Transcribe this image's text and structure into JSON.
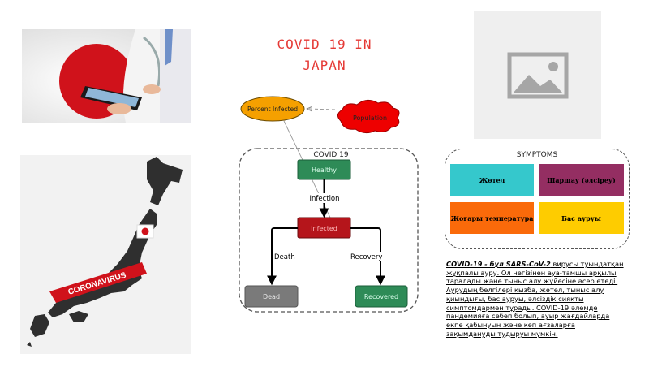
{
  "title": {
    "line1": "COVID 19 IN",
    "line2": "JAPAN"
  },
  "images": {
    "doctor_photo": "japan-flag-doctor-tablet",
    "map_photo": "japan-map-coronavirus",
    "map_banner": "CORONAVIRUS",
    "placeholder": "image-placeholder-icon"
  },
  "diagram": {
    "percent_infected": "Percent Infected",
    "population": "Population",
    "container_title": "COVID 19",
    "healthy": "Healthy",
    "infected": "Infected",
    "dead": "Dead",
    "recovered": "Recovered",
    "edge_infection": "Infection",
    "edge_death": "Death",
    "edge_recovery": "Recovery"
  },
  "symptoms": {
    "title": "SYMPTOMS",
    "items": [
      {
        "label": "Жөтел",
        "color": "#35c8cc",
        "text_color": "#000000"
      },
      {
        "label": "Шаршау (әлсіреу)",
        "color": "#942e62",
        "text_color": "#000000"
      },
      {
        "label": "Жоғары температура",
        "color": "#fa6a0a",
        "text_color": "#000000"
      },
      {
        "label": "Бас ауруы",
        "color": "#fecc00",
        "text_color": "#000000"
      }
    ]
  },
  "description": {
    "lead": "COVID-19 - бұл SARS-CoV-2",
    "body": " вирусы туындатқан жұқпалы ауру. Ол негізінен ауа-тамшы арқылы таралады және тыныс алу жүйесіне әсер етеді. Аурудың белгілері қызба, жөтел, тыныс алу қиындығы, бас ауруы, әлсіздік сияқты симптомдармен тұрады. COVID-19 әлемде пандемияға себеп болып, ауыр жағдайларда өкпе қабынуын және көп ағзаларға зақымдануды тудыруы мүмкін."
  },
  "colors": {
    "title": "#e53935",
    "healthy": "#2e8b57",
    "infected": "#b5151b",
    "dead": "#7a7a7a",
    "recovered": "#2e8b57",
    "percent_infected": "#f5a000",
    "population": "#ee0000"
  }
}
